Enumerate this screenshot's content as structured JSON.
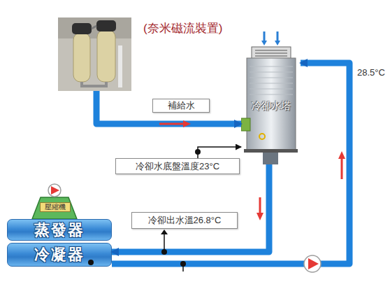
{
  "diagram": {
    "nodes": [
      {
        "text": [
          "(奈米磁流裝置)"
        ]
      },
      {
        "text": [
          "補給水"
        ]
      },
      {
        "text": [
          "冷卻水塔"
        ]
      },
      {
        "text": [
          "冷卻水底盤溫度23°C"
        ]
      },
      {
        "text": [
          "壓縮機"
        ]
      },
      {
        "text": [
          "冷卻出水溫26.8°C"
        ]
      },
      {
        "text": [
          "蒸發器"
        ]
      },
      {
        "text": [
          "冷凝器"
        ]
      }
    ],
    "edges": [
      {
        "from": 0,
        "to": 2,
        "arrow": "to"
      },
      {
        "from": 2,
        "to": 7,
        "arrow": "to"
      },
      {
        "from": 7,
        "to": 2,
        "arrow": "to"
      },
      {
        "from": 3,
        "to": 2,
        "arrow": "to"
      }
    ],
    "labels": [
      "28.5°C"
    ]
  }
}
